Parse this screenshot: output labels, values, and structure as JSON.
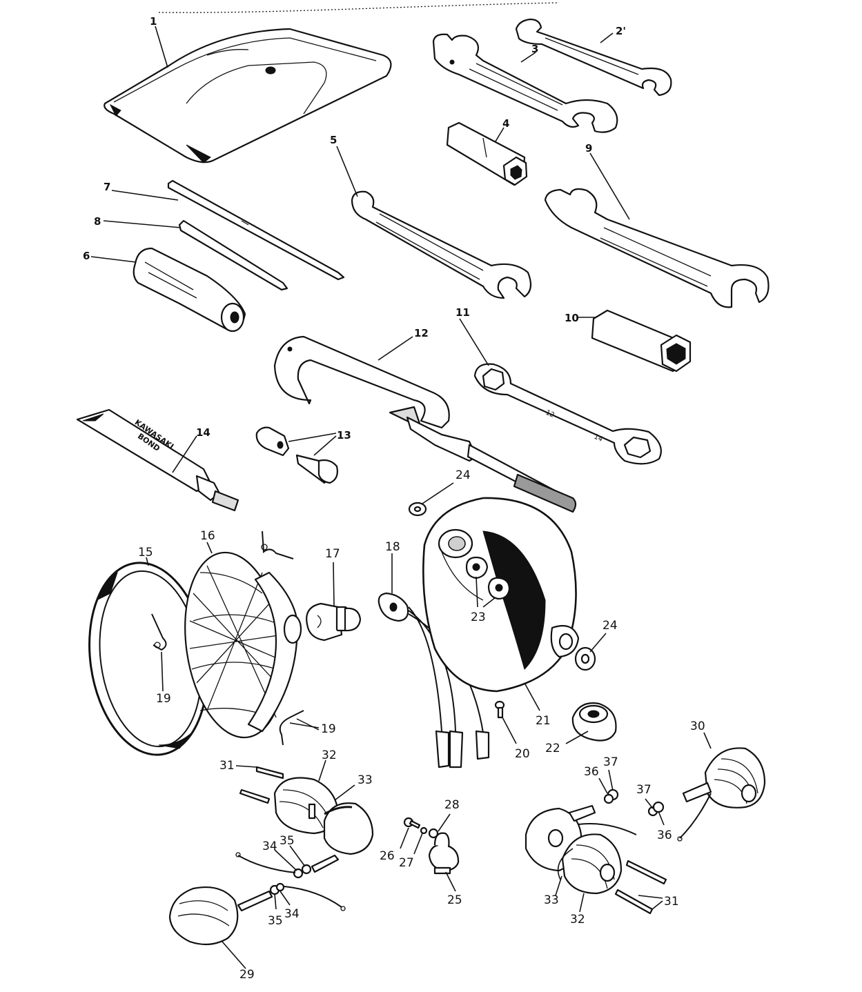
{
  "diagram": {
    "type": "exploded-parts-diagram",
    "brand_text": "KAWASAKI BOND",
    "tube_label_lines": [
      "KAWASAKI",
      "BOND"
    ],
    "callouts": [
      {
        "id": "c1",
        "text": "1"
      },
      {
        "id": "c2",
        "text": "2'"
      },
      {
        "id": "c3",
        "text": "3"
      },
      {
        "id": "c4",
        "text": "4"
      },
      {
        "id": "c5",
        "text": "5"
      },
      {
        "id": "c6",
        "text": "6"
      },
      {
        "id": "c7",
        "text": "7"
      },
      {
        "id": "c8",
        "text": "8"
      },
      {
        "id": "c9",
        "text": "9"
      },
      {
        "id": "c10",
        "text": "10"
      },
      {
        "id": "c11",
        "text": "11"
      },
      {
        "id": "c12",
        "text": "12"
      },
      {
        "id": "c13",
        "text": "13"
      },
      {
        "id": "c14",
        "text": "14"
      },
      {
        "id": "c15",
        "text": "15"
      },
      {
        "id": "c16",
        "text": "16"
      },
      {
        "id": "c17",
        "text": "17"
      },
      {
        "id": "c18",
        "text": "18"
      },
      {
        "id": "c19a",
        "text": "19"
      },
      {
        "id": "c19b",
        "text": "19"
      },
      {
        "id": "c20",
        "text": "20"
      },
      {
        "id": "c21",
        "text": "21"
      },
      {
        "id": "c22",
        "text": "22"
      },
      {
        "id": "c23",
        "text": "23"
      },
      {
        "id": "c24a",
        "text": "24"
      },
      {
        "id": "c24b",
        "text": "24"
      },
      {
        "id": "c25",
        "text": "25"
      },
      {
        "id": "c26",
        "text": "26"
      },
      {
        "id": "c27",
        "text": "27"
      },
      {
        "id": "c28",
        "text": "28"
      },
      {
        "id": "c29",
        "text": "29"
      },
      {
        "id": "c30",
        "text": "30"
      },
      {
        "id": "c31a",
        "text": "31"
      },
      {
        "id": "c31b",
        "text": "31"
      },
      {
        "id": "c32a",
        "text": "32"
      },
      {
        "id": "c32b",
        "text": "32"
      },
      {
        "id": "c33a",
        "text": "33"
      },
      {
        "id": "c33b",
        "text": "33"
      },
      {
        "id": "c34a",
        "text": "34"
      },
      {
        "id": "c34b",
        "text": "34"
      },
      {
        "id": "c35a",
        "text": "35"
      },
      {
        "id": "c35b",
        "text": "35"
      },
      {
        "id": "c36a",
        "text": "36"
      },
      {
        "id": "c36b",
        "text": "36"
      },
      {
        "id": "c37a",
        "text": "37"
      },
      {
        "id": "c37b",
        "text": "37"
      }
    ]
  }
}
